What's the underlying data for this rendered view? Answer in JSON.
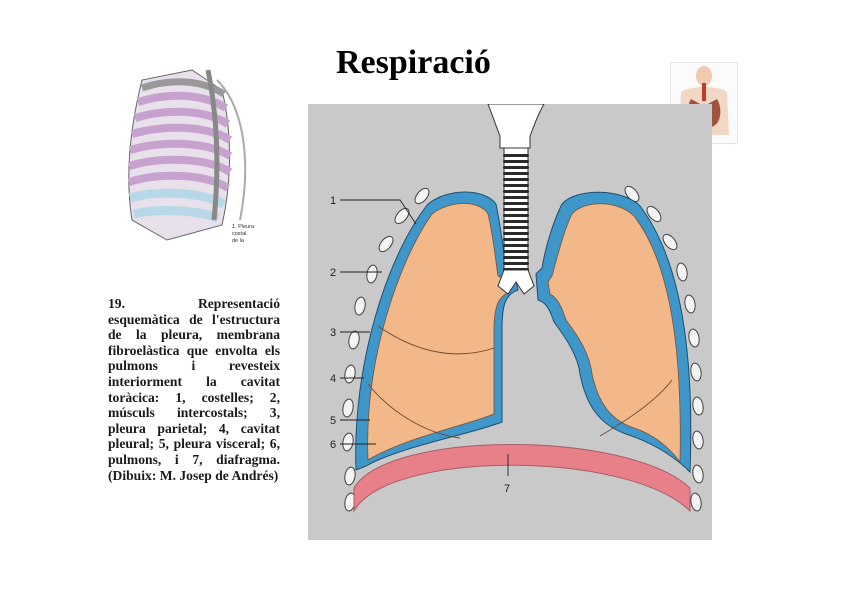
{
  "page": {
    "title": "Respiració"
  },
  "caption": {
    "text": "19. Representació esquemàtica de l'estructura de la pleura, membrana fibroelàstica que envolta els pulmons i revesteix interiorment la cavitat toràcica: 1, costelles; 2, músculs intercostals; 3, pleura parietal; 4, cavitat pleural; 5, pleura visceral; 6, pulmons, i 7, diafragma. (Dibuix: M. Josep de Andrés)"
  },
  "ribcage_figure": {
    "label_lines": [
      "1. Pleura",
      "costal",
      "de la"
    ]
  },
  "diagram": {
    "numbers": [
      "1",
      "2",
      "3",
      "4",
      "5",
      "6",
      "7"
    ],
    "colors": {
      "background": "#c9c9c9",
      "lung": "#f2b88a",
      "pleura": "#3f96c9",
      "diaphragm": "#e8808a",
      "trachea": "#ffffff",
      "rib_fill": "#f4f4f4"
    }
  }
}
